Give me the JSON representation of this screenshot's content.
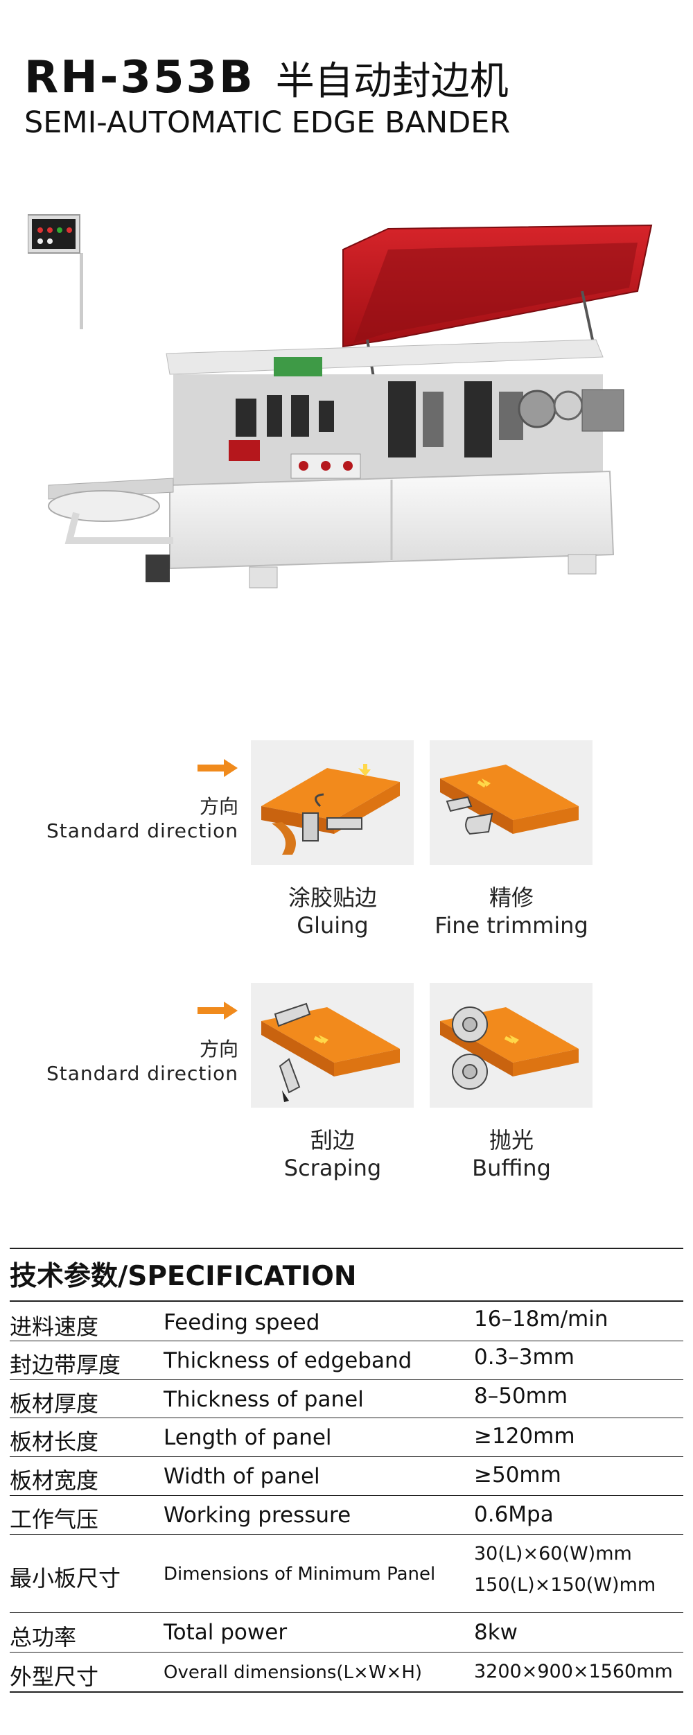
{
  "header": {
    "model": "RH-353B",
    "title_cn": "半自动封边机",
    "title_en": "SEMI-AUTOMATIC EDGE BANDER"
  },
  "colors": {
    "accent_orange": "#f08a1c",
    "cover_red": "#c8191f",
    "machine_white": "#f4f4f4"
  },
  "machine_image": {
    "icon": "edge-banding-machine-illustration"
  },
  "sections": [
    {
      "direction_cn": "方向",
      "direction_en": "Standard direction",
      "steps": [
        {
          "cn": "涂胶贴边",
          "en": "Gluing",
          "icon": "gluing-illustration"
        },
        {
          "cn": "精修",
          "en": "Fine trimming",
          "icon": "fine-trimming-illustration"
        }
      ]
    },
    {
      "direction_cn": "方向",
      "direction_en": "Standard direction",
      "steps": [
        {
          "cn": "刮边",
          "en": "Scraping",
          "icon": "scraping-illustration"
        },
        {
          "cn": "抛光",
          "en": "Buffing",
          "icon": "buffing-illustration"
        }
      ]
    }
  ],
  "spec": {
    "heading": "技术参数/SPECIFICATION",
    "rows": [
      {
        "cn": "进料速度",
        "en": "Feeding speed",
        "value": "16–18m/min"
      },
      {
        "cn": "封边带厚度",
        "en": "Thickness of edgeband",
        "value": "0.3–3mm"
      },
      {
        "cn": "板材厚度",
        "en": "Thickness of panel",
        "value": "8–50mm"
      },
      {
        "cn": "板材长度",
        "en": "Length of panel",
        "value": "≥120mm"
      },
      {
        "cn": "板材宽度",
        "en": "Width of panel",
        "value": "≥50mm"
      },
      {
        "cn": "工作气压",
        "en": "Working pressure",
        "value": "0.6Mpa"
      },
      {
        "cn": "最小板尺寸",
        "en": "Dimensions of Minimum Panel",
        "value": "30(L)×60(W)mm",
        "value2": "150(L)×150(W)mm"
      },
      {
        "cn": "总功率",
        "en": "Total power",
        "value": "8kw"
      },
      {
        "cn": "外型尺寸",
        "en": "Overall dimensions(L×W×H)",
        "value": "3200×900×1560mm"
      }
    ]
  }
}
